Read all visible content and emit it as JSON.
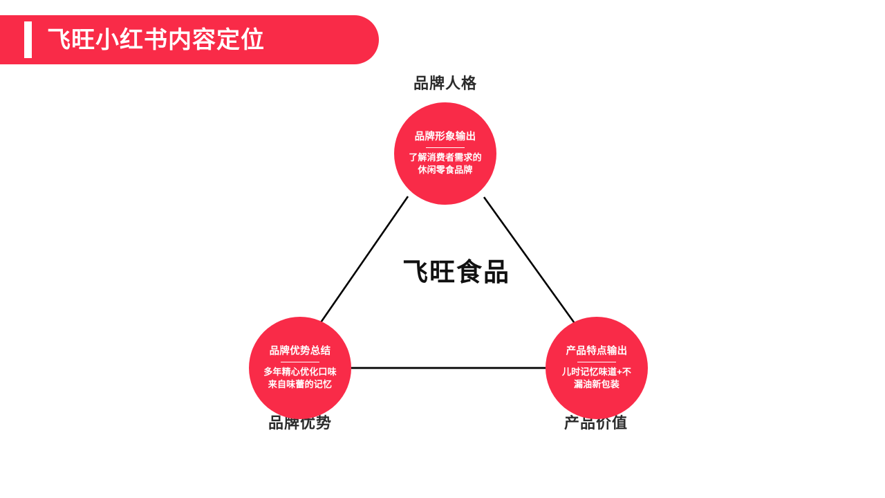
{
  "header": {
    "title": "飞旺小红书内容定位",
    "accent_color": "#F92B48",
    "text_color": "#ffffff"
  },
  "diagram": {
    "center_label": "飞旺食品",
    "line_color": "#000000",
    "nodes": [
      {
        "position": "top",
        "outer_label": "品牌人格",
        "title": "品牌形象输出",
        "desc_line1": "了解消费者需求的",
        "desc_line2": "休闲零食品牌",
        "color": "#F92B48"
      },
      {
        "position": "bottom-left",
        "outer_label": "品牌优势",
        "title": "品牌优势总结",
        "desc_line1": "多年精心优化口味",
        "desc_line2": "来自味蕾的记忆",
        "color": "#F92B48"
      },
      {
        "position": "bottom-right",
        "outer_label": "产品价值",
        "title": "产品特点输出",
        "desc_line1": "儿时记忆味道+不",
        "desc_line2": "漏油新包装",
        "color": "#F92B48"
      }
    ]
  }
}
